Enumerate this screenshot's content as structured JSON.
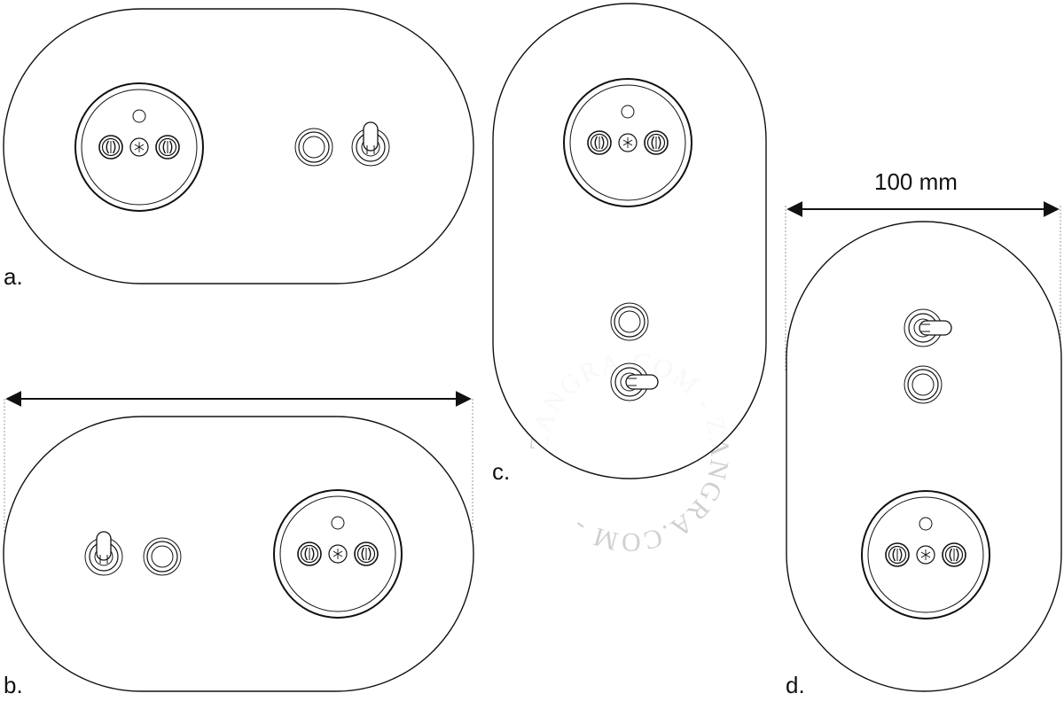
{
  "labels": {
    "a": "a.",
    "b": "b.",
    "c": "c.",
    "d": "d."
  },
  "dimension": "100 mm",
  "watermark": {
    "text": "ZANGRA.COM - ZANGRA.COM - ",
    "color": "#d0d0d0"
  },
  "colors": {
    "line": "#111111",
    "guide": "#9a9a9a",
    "plate": "#ffffff"
  },
  "icons": [
    "socket-icon",
    "pushbutton-icon",
    "toggle-switch-icon",
    "dimension-arrow-icon"
  ]
}
